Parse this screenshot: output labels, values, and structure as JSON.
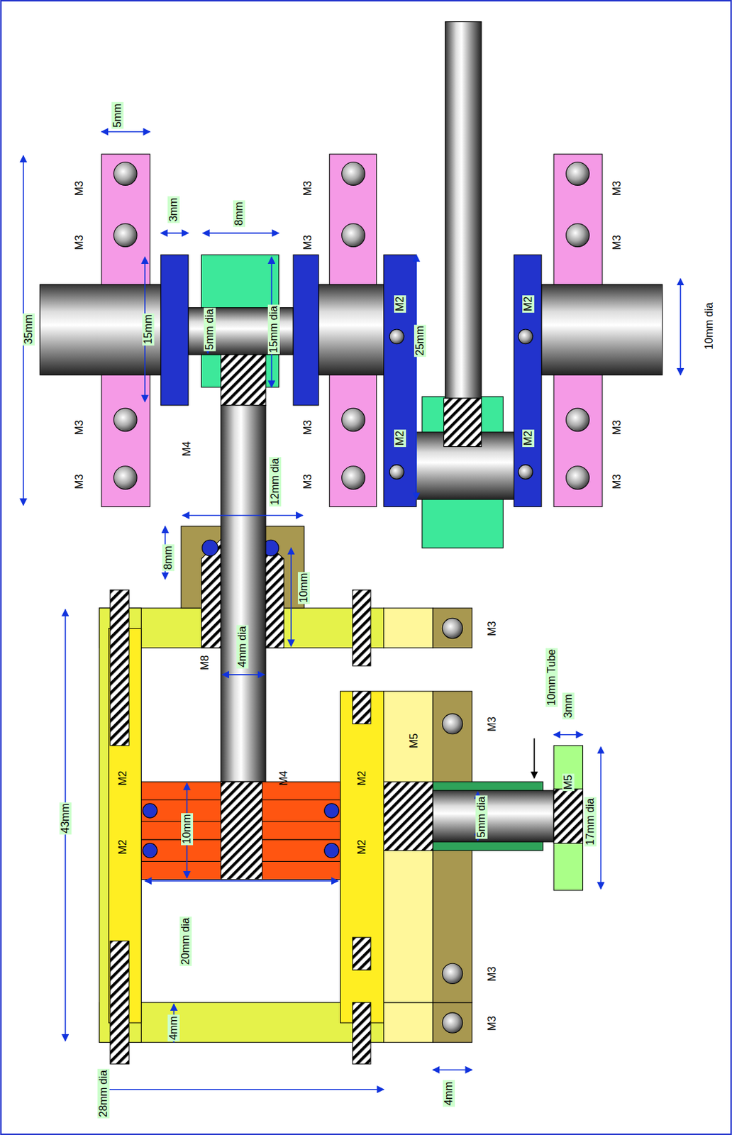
{
  "diagram": {
    "labels": [
      "5mm",
      "35mm",
      "M3",
      "M3",
      "M3",
      "M3",
      "3mm",
      "8mm",
      "M3",
      "M3",
      "M3",
      "M3",
      "15mm",
      "5mm dia",
      "15mm dia",
      "M2",
      "25mm",
      "M2",
      "M2",
      "M2",
      "M3",
      "M3",
      "M3",
      "M3",
      "10mm dia",
      "M4",
      "12mm dia",
      "8mm",
      "10mm",
      "43mm",
      "M8",
      "4mm dia",
      "M3",
      "10mm Tube",
      "3mm",
      "M3",
      "M2",
      "M2",
      "10mm",
      "M4",
      "M2",
      "M2",
      "M5",
      "5mm dia",
      "M5",
      "17mm dia",
      "20mm dia",
      "M3",
      "4mm",
      "M3",
      "28mm dia",
      "4mm"
    ]
  }
}
